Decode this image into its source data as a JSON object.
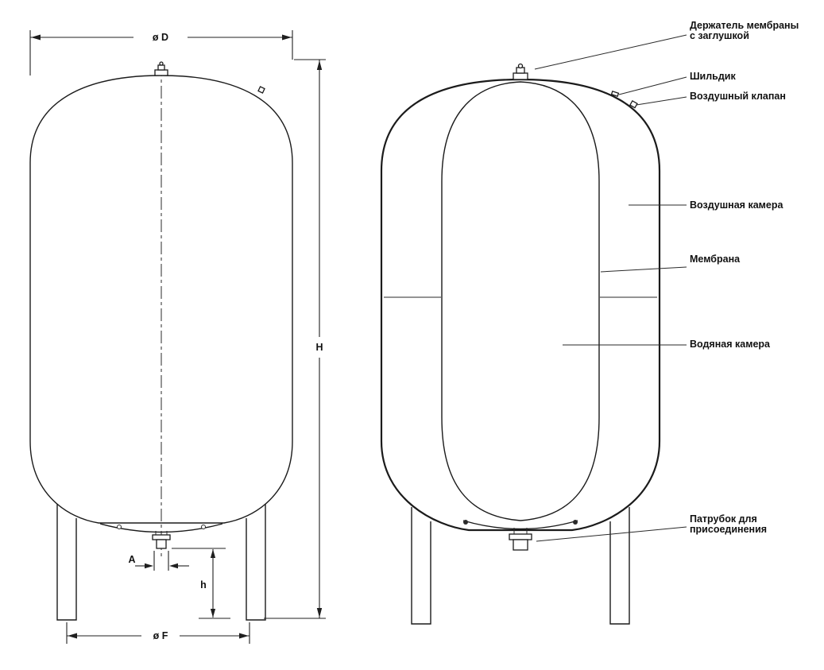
{
  "colors": {
    "line": "#1b1b1b",
    "air_chamber_fill": "#e3e3e3",
    "background": "#ffffff"
  },
  "left_view": {
    "dims": {
      "diameter_top": "ø D",
      "height": "H",
      "connection_width": "A",
      "connection_height": "h",
      "feet_diameter": "ø F"
    }
  },
  "right_view": {
    "labels": {
      "membrane_holder_1": "Держатель мембраны",
      "membrane_holder_2": "с заглушкой",
      "nameplate": "Шильдик",
      "air_valve": "Воздушный клапан",
      "air_chamber": "Воздушная камера",
      "membrane": "Мембрана",
      "water_chamber": "Водяная камера",
      "connection_1": "Патрубок для",
      "connection_2": "присоединения"
    }
  }
}
